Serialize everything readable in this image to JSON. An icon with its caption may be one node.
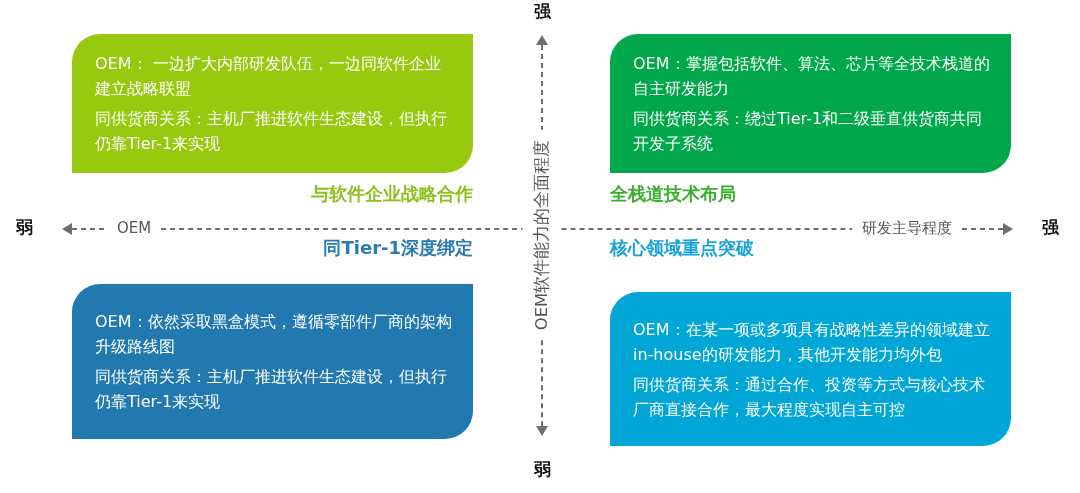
{
  "diagram": {
    "nodes": [
      {
        "text": [
          "OEM： 一边扩大内部研发队伍，一边同软件企业建立战略联盟",
          "同供货商关系：主机厂推进软件生态建设，但执行仍靠Tier-1来实现",
          "与软件企业战略合作"
        ]
      },
      {
        "text": [
          "OEM：掌握包括软件、算法、芯片等全技术栈道的自主研发能力",
          "同供货商关系：绕过Tier-1和二级垂直供货商共同开发子系统",
          "全栈道技术布局"
        ]
      },
      {
        "text": [
          "同Tier-1深度绑定",
          "OEM：依然采取黑盒模式，遵循零部件厂商的架构升级路线图",
          "同供货商关系：主机厂推进软件生态建设，但执行仍靠Tier-1来实现"
        ]
      },
      {
        "text": [
          "核心领域重点突破",
          "OEM：在某一项或多项具有战略性差异的领域建立in-house的研发能力，其他开发能力均外包",
          "同供货商关系：通过合作、投资等方式与核心技术厂商直接合作，最大程度实现自主可控"
        ]
      }
    ],
    "labels": [
      "强",
      "弱",
      "OEM",
      "OEM软件能力的全面程度",
      "研发主导程度",
      "强",
      "弱"
    ]
  }
}
